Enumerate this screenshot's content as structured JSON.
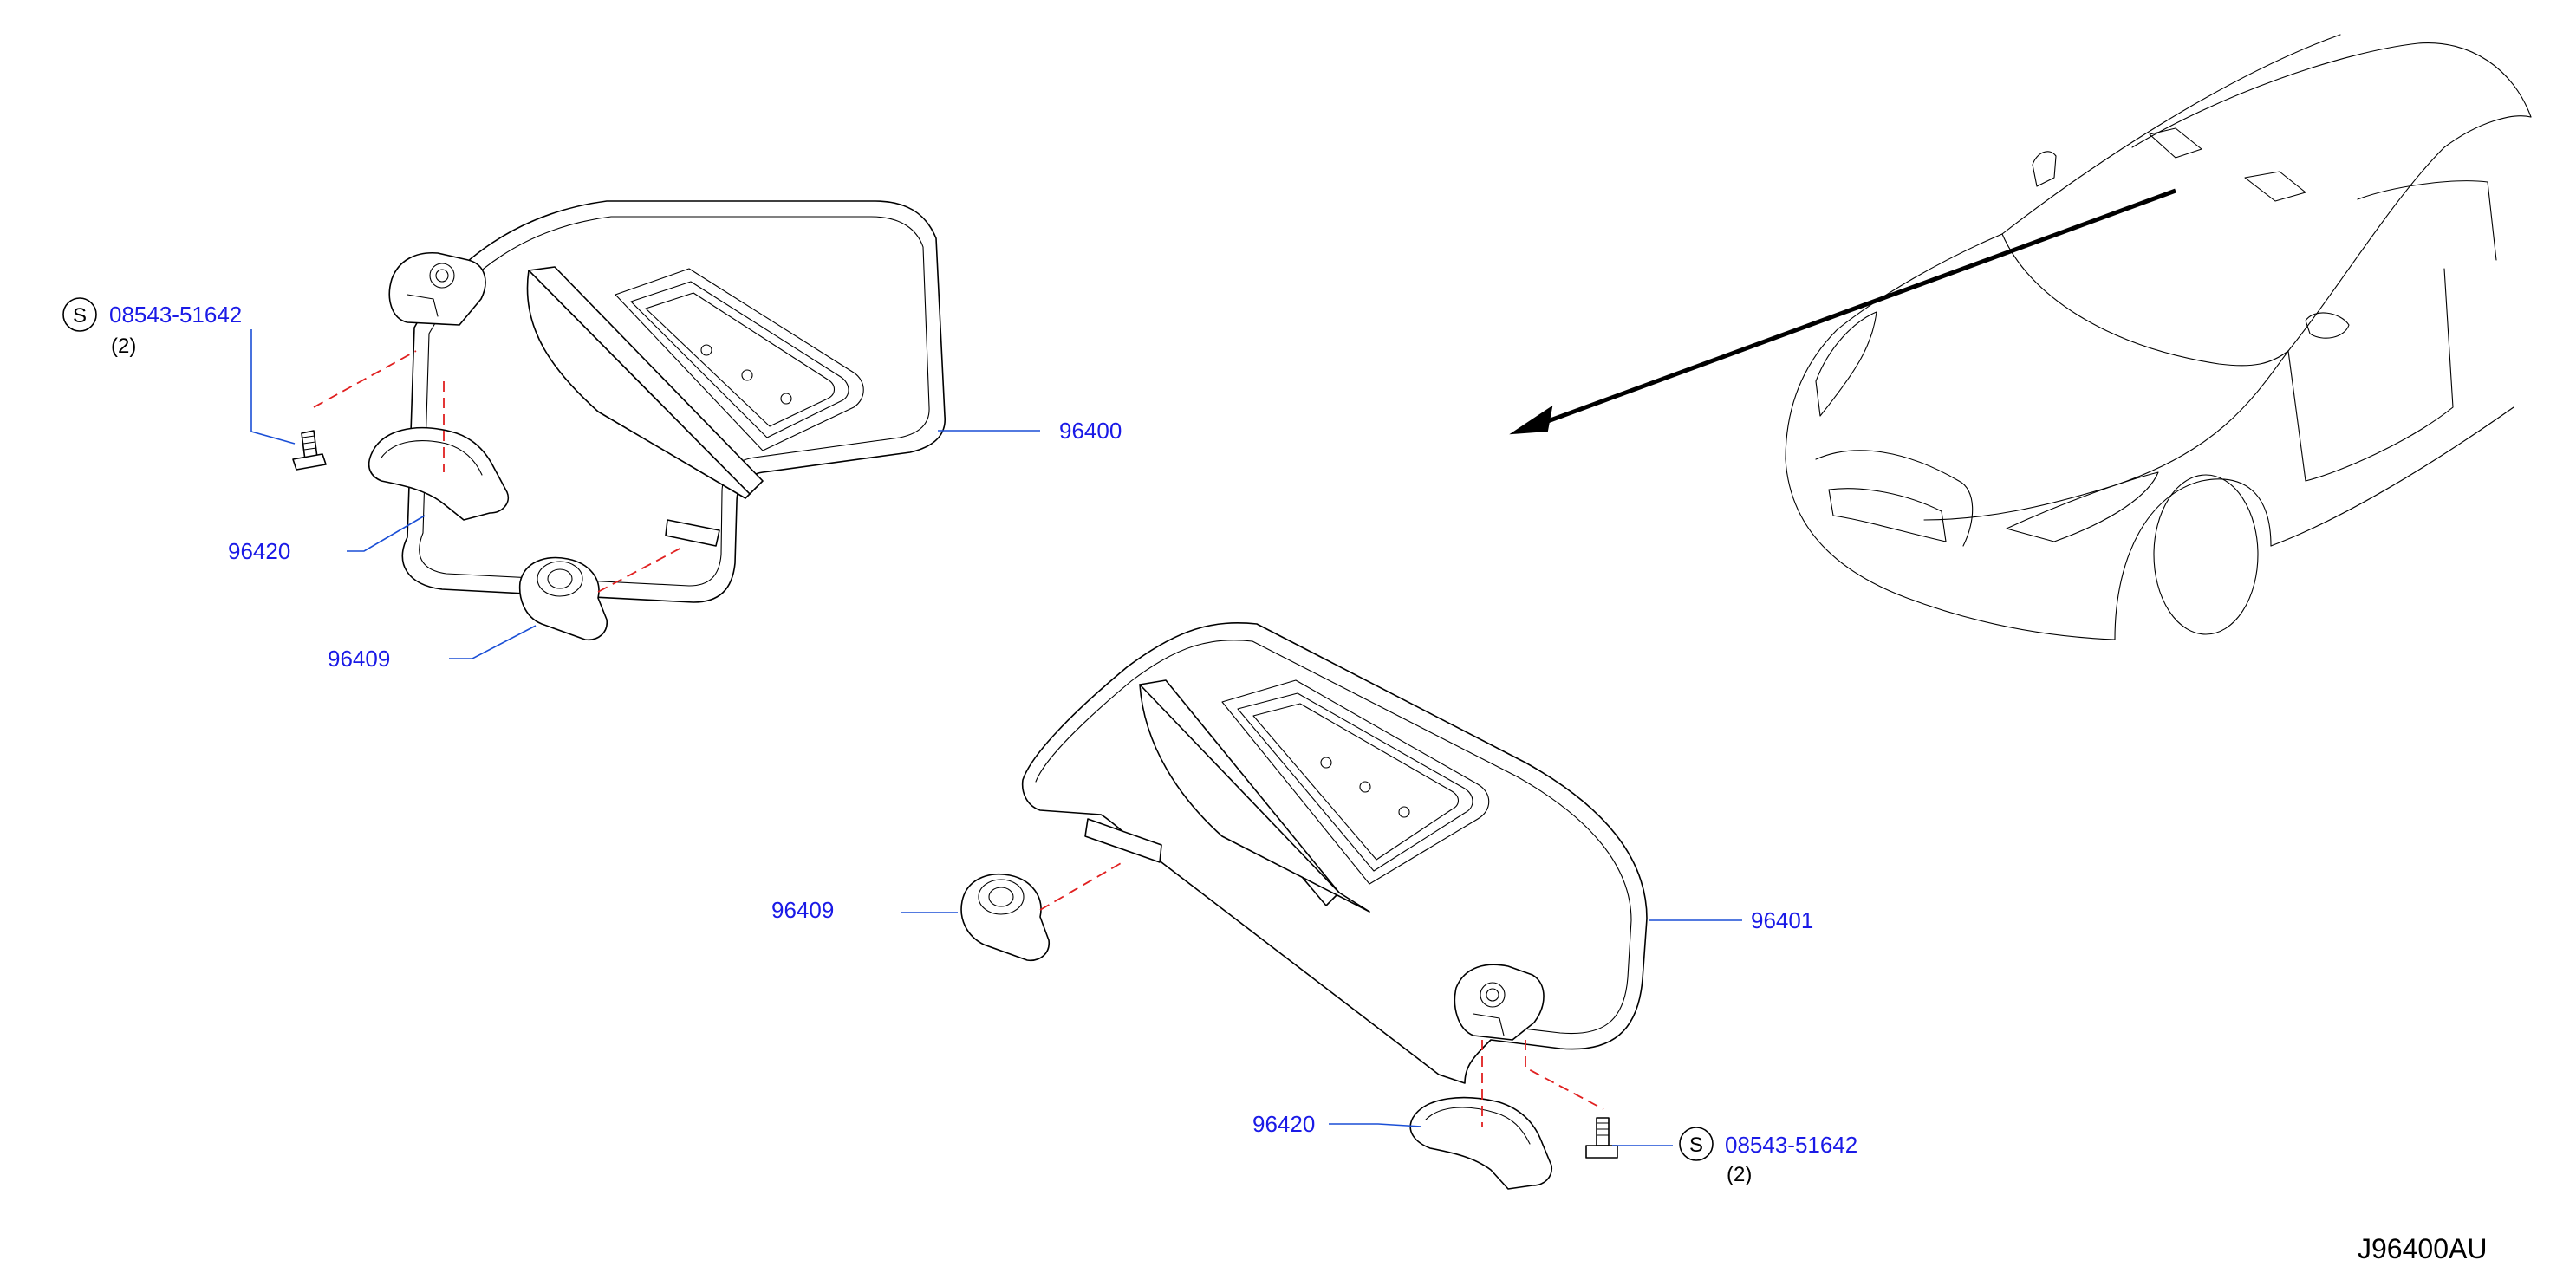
{
  "diagram_code": "J96400AU",
  "colors": {
    "label": "#1a1ae6",
    "leader": "#1a4fd6",
    "dash": "#e02020",
    "line": "#000000"
  },
  "left_visor": {
    "screw": {
      "symbol": "S",
      "part_no": "08543-51642",
      "qty": "(2)"
    },
    "visor_part": "96400",
    "cover_part": "96420",
    "holder_part": "96409"
  },
  "right_visor": {
    "screw": {
      "symbol": "S",
      "part_no": "08543-51642",
      "qty": "(2)"
    },
    "visor_part": "96401",
    "cover_part": "96420",
    "holder_part": "96409"
  }
}
